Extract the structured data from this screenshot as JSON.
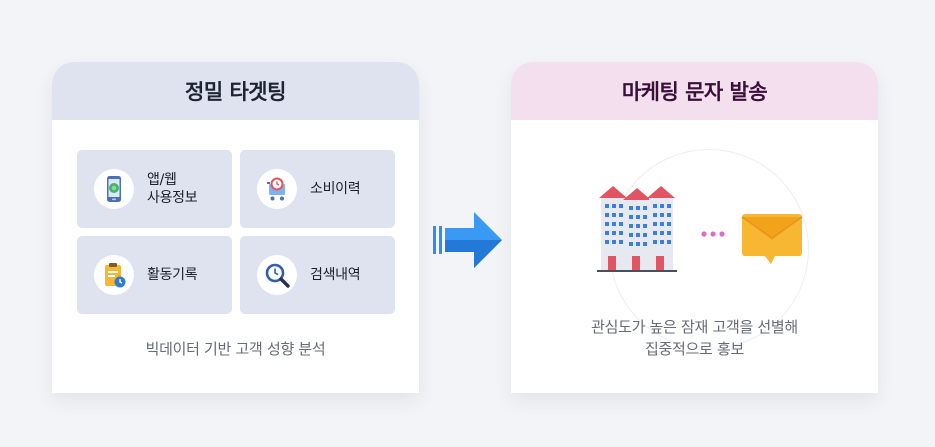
{
  "left_card": {
    "title": "정밀 타겟팅",
    "tiles": [
      {
        "label": "앱/웹\n사용정보",
        "icon": "mobile-phone-icon"
      },
      {
        "label": "소비이력",
        "icon": "shopping-cart-icon"
      },
      {
        "label": "활동기록",
        "icon": "clipboard-clock-icon"
      },
      {
        "label": "검색내역",
        "icon": "magnifier-clock-icon"
      }
    ],
    "caption": "빅데이터 기반 고객 성향 분석"
  },
  "arrow": {
    "icon": "right-arrow-icon"
  },
  "right_card": {
    "title": "마케팅 문자 발송",
    "illustration": {
      "buildings_icon": "buildings-icon",
      "dots_icon": "ellipsis-icon",
      "envelope_icon": "envelope-icon"
    },
    "caption": "관심도가 높은 잠재 고객을 선별해\n집중적으로 홍보"
  },
  "colors": {
    "left_header_bg": "#dfe3f0",
    "right_header_bg": "#f3dfee",
    "arrow_blue": "#2e8ff0",
    "envelope_yellow": "#f7b733",
    "roof_red": "#e05561",
    "dots_pink": "#e36bc2"
  }
}
